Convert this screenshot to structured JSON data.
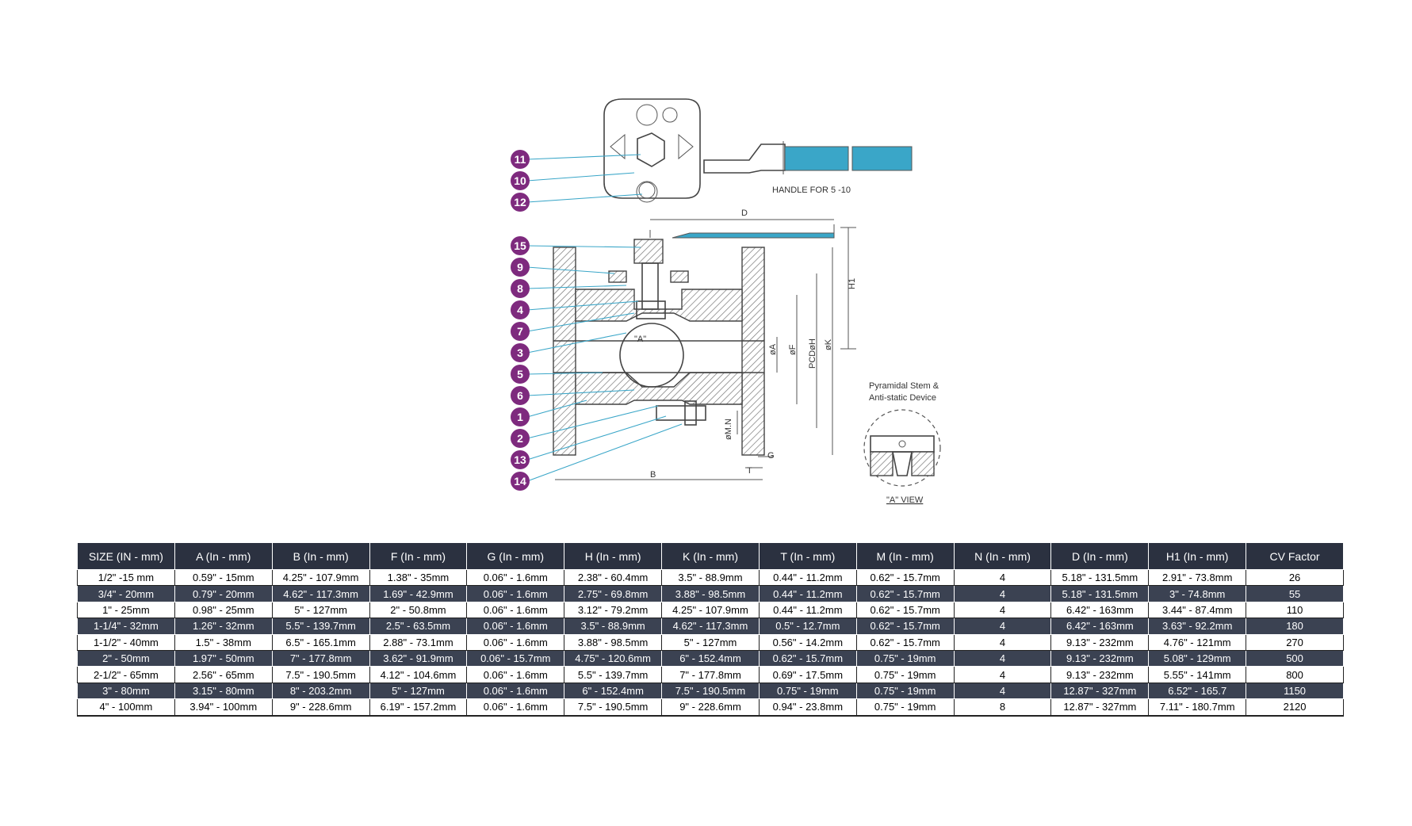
{
  "drawing": {
    "callouts": [
      "11",
      "10",
      "12",
      "15",
      "9",
      "8",
      "4",
      "7",
      "3",
      "5",
      "6",
      "1",
      "2",
      "13",
      "14"
    ],
    "handle_note": "HANDLE FOR 5  -10",
    "view_note_line1": "Pyramidal Stem &",
    "view_note_line2": "Anti-static Device",
    "view_label": "\"A\" VIEW",
    "section_marker": "\"A\"",
    "dims": {
      "D": "D",
      "H1": "H1",
      "K": "øK",
      "PCD": "PCDøH",
      "F": "øF",
      "A": "øA",
      "MN": "øM.N",
      "G": "G",
      "T": "T",
      "B": "B"
    },
    "colors": {
      "callout": "#7e2a7e",
      "handle": "#3aa6c8",
      "leader": "#3aa6c8"
    }
  },
  "table": {
    "headers": [
      "SIZE (IN - mm)",
      "A (In - mm)",
      "B (In - mm)",
      "F (In - mm)",
      "G (In - mm)",
      "H (In - mm)",
      "K (In - mm)",
      "T (In - mm)",
      "M (In - mm)",
      "N (In - mm)",
      "D (In - mm)",
      "H1 (In - mm)",
      "CV Factor"
    ],
    "rows": [
      [
        "1/2\" -15 mm",
        "0.59\" - 15mm",
        "4.25\" - 107.9mm",
        "1.38\" - 35mm",
        "0.06\" - 1.6mm",
        "2.38\" - 60.4mm",
        "3.5\" - 88.9mm",
        "0.44\" - 11.2mm",
        "0.62\" - 15.7mm",
        "4",
        "5.18\" - 131.5mm",
        "2.91\" - 73.8mm",
        "26"
      ],
      [
        "3/4\" - 20mm",
        "0.79\" - 20mm",
        "4.62\" - 117.3mm",
        "1.69\" - 42.9mm",
        "0.06\" - 1.6mm",
        "2.75\" - 69.8mm",
        "3.88\" - 98.5mm",
        "0.44\" - 11.2mm",
        "0.62\" - 15.7mm",
        "4",
        "5.18\" - 131.5mm",
        "3\" - 74.8mm",
        "55"
      ],
      [
        "1\" - 25mm",
        "0.98\" - 25mm",
        "5\" - 127mm",
        "2\" - 50.8mm",
        "0.06\" - 1.6mm",
        "3.12\" - 79.2mm",
        "4.25\" - 107.9mm",
        "0.44\" - 11.2mm",
        "0.62\" - 15.7mm",
        "4",
        "6.42\" - 163mm",
        "3.44\" - 87.4mm",
        "110"
      ],
      [
        "1-1/4\" - 32mm",
        "1.26\" - 32mm",
        "5.5\" - 139.7mm",
        "2.5\" - 63.5mm",
        "0.06\" - 1.6mm",
        "3.5\" - 88.9mm",
        "4.62\" - 117.3mm",
        "0.5\" - 12.7mm",
        "0.62\" - 15.7mm",
        "4",
        "6.42\" - 163mm",
        "3.63\" - 92.2mm",
        "180"
      ],
      [
        "1-1/2\" - 40mm",
        "1.5\" - 38mm",
        "6.5\" - 165.1mm",
        "2.88\" - 73.1mm",
        "0.06\" - 1.6mm",
        "3.88\" - 98.5mm",
        "5\" - 127mm",
        "0.56\" - 14.2mm",
        "0.62\" - 15.7mm",
        "4",
        "9.13\" - 232mm",
        "4.76\" - 121mm",
        "270"
      ],
      [
        "2\" - 50mm",
        "1.97\" - 50mm",
        "7\" - 177.8mm",
        "3.62\" - 91.9mm",
        "0.06\" - 15.7mm",
        "4.75\" - 120.6mm",
        "6\" - 152.4mm",
        "0.62\" - 15.7mm",
        "0.75\" - 19mm",
        "4",
        "9.13\" - 232mm",
        "5.08\" - 129mm",
        "500"
      ],
      [
        "2-1/2\" - 65mm",
        "2.56\" - 65mm",
        "7.5\" - 190.5mm",
        "4.12\" - 104.6mm",
        "0.06\" - 1.6mm",
        "5.5\" - 139.7mm",
        "7\" - 177.8mm",
        "0.69\" - 17.5mm",
        "0.75\" - 19mm",
        "4",
        "9.13\" - 232mm",
        "5.55\" - 141mm",
        "800"
      ],
      [
        "3\" - 80mm",
        "3.15\" - 80mm",
        "8\" - 203.2mm",
        "5\" - 127mm",
        "0.06\" - 1.6mm",
        "6\" - 152.4mm",
        "7.5\" - 190.5mm",
        "0.75\" - 19mm",
        "0.75\" - 19mm",
        "4",
        "12.87\" - 327mm",
        "6.52\" - 165.7",
        "1150"
      ],
      [
        "4\" - 100mm",
        "3.94\" - 100mm",
        "9\" - 228.6mm",
        "6.19\" - 157.2mm",
        "0.06\" - 1.6mm",
        "7.5\" - 190.5mm",
        "9\" - 228.6mm",
        "0.94\" - 23.8mm",
        "0.75\" - 19mm",
        "8",
        "12.87\" - 327mm",
        "7.11\" - 180.7mm",
        "2120"
      ]
    ]
  }
}
